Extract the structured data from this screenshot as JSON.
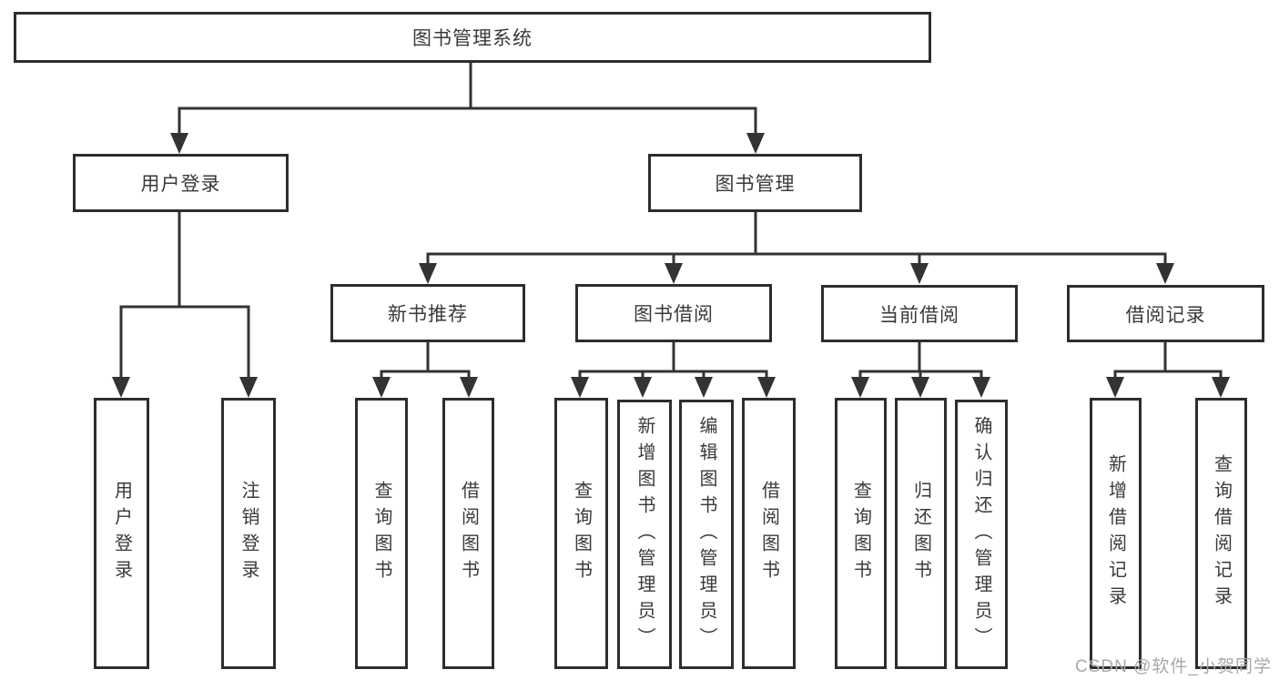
{
  "tree": {
    "label": "图书管理系统",
    "children": [
      {
        "label": "用户登录",
        "children": [
          {
            "label": "用户登录"
          },
          {
            "label": "注销登录"
          }
        ]
      },
      {
        "label": "图书管理",
        "children": [
          {
            "label": "新书推荐",
            "children": [
              {
                "label": "查询图书"
              },
              {
                "label": "借阅图书"
              }
            ]
          },
          {
            "label": "图书借阅",
            "children": [
              {
                "label": "查询图书"
              },
              {
                "label": "新增图书（管理员）"
              },
              {
                "label": "编辑图书（管理员）"
              },
              {
                "label": "借阅图书"
              }
            ]
          },
          {
            "label": "当前借阅",
            "children": [
              {
                "label": "查询图书"
              },
              {
                "label": "归还图书"
              },
              {
                "label": "确认归还（管理员）"
              }
            ]
          },
          {
            "label": "借阅记录",
            "children": [
              {
                "label": "新增借阅记录"
              },
              {
                "label": "查询借阅记录"
              }
            ]
          }
        ]
      }
    ]
  },
  "watermark": "CSDN @软件_小贺同学",
  "colors": {
    "line": "#333333",
    "box_border": "#2d2d2d",
    "text": "#3a3a3a",
    "watermark": "#a8a8a8",
    "background": "#ffffff"
  }
}
